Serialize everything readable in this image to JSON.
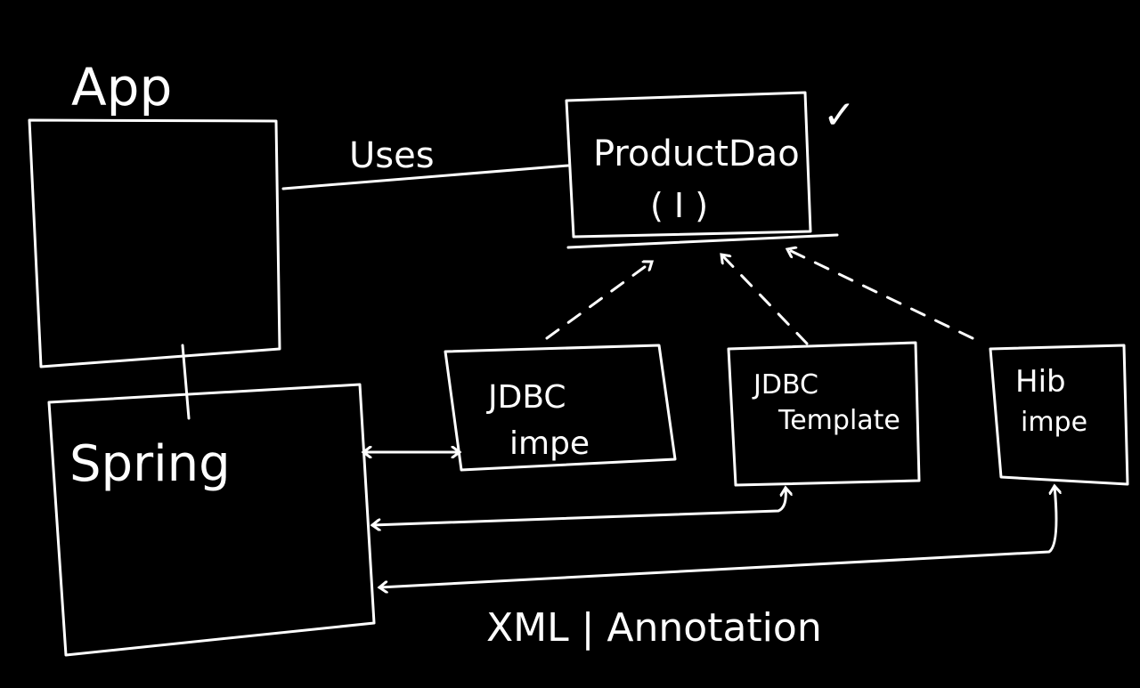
{
  "diagram": {
    "app_label": "App",
    "spring_label": "Spring",
    "uses_label": "Uses",
    "product_dao_line1": "ProductDao",
    "product_dao_line2": "( I )",
    "checkmark": "✓",
    "jdbc_impl_line1": "JDBC",
    "jdbc_impl_line2": "impe",
    "jdbc_template_line1": "JDBC",
    "jdbc_template_line2": "Template",
    "hib_impl_line1": "Hib",
    "hib_impl_line2": "impe",
    "config_label": "XML | Annotation"
  },
  "colors": {
    "background": "#000000",
    "ink": "#ffffff"
  }
}
